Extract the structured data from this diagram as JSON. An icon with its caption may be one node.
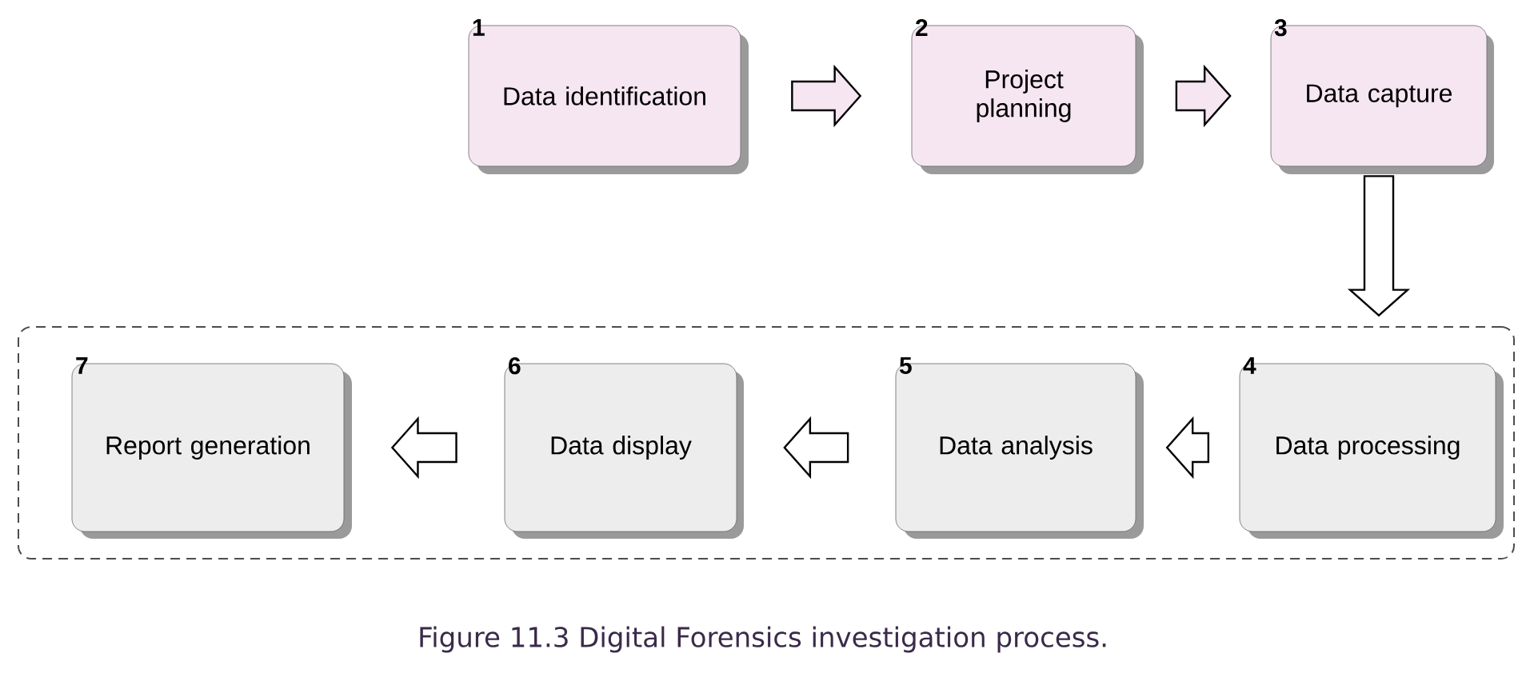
{
  "diagram": {
    "caption": "Figure 11.3 Digital Forensics investigation process.",
    "nodes": [
      {
        "text": [
          "1",
          "Data identification"
        ]
      },
      {
        "text": [
          "2",
          "Project planning"
        ]
      },
      {
        "text": [
          "3",
          "Data capture"
        ]
      },
      {
        "text": [],
        "shape": "box"
      },
      {
        "text": [
          "4",
          "Data processing"
        ],
        "in": 3
      },
      {
        "text": [
          "5",
          "Data analysis"
        ],
        "in": 3
      },
      {
        "text": [
          "6",
          "Data display"
        ],
        "in": 3
      },
      {
        "text": [
          "7",
          "Report generation"
        ],
        "in": 3
      }
    ],
    "edges": [
      {
        "from": 0,
        "to": 1,
        "arrow": "to"
      },
      {
        "from": 1,
        "to": 2,
        "arrow": "to"
      },
      {
        "from": 2,
        "to": 4,
        "arrow": "to"
      },
      {
        "from": 4,
        "to": 5,
        "arrow": "to"
      },
      {
        "from": 5,
        "to": 6,
        "arrow": "to"
      },
      {
        "from": 6,
        "to": 7,
        "arrow": "to"
      }
    ]
  }
}
